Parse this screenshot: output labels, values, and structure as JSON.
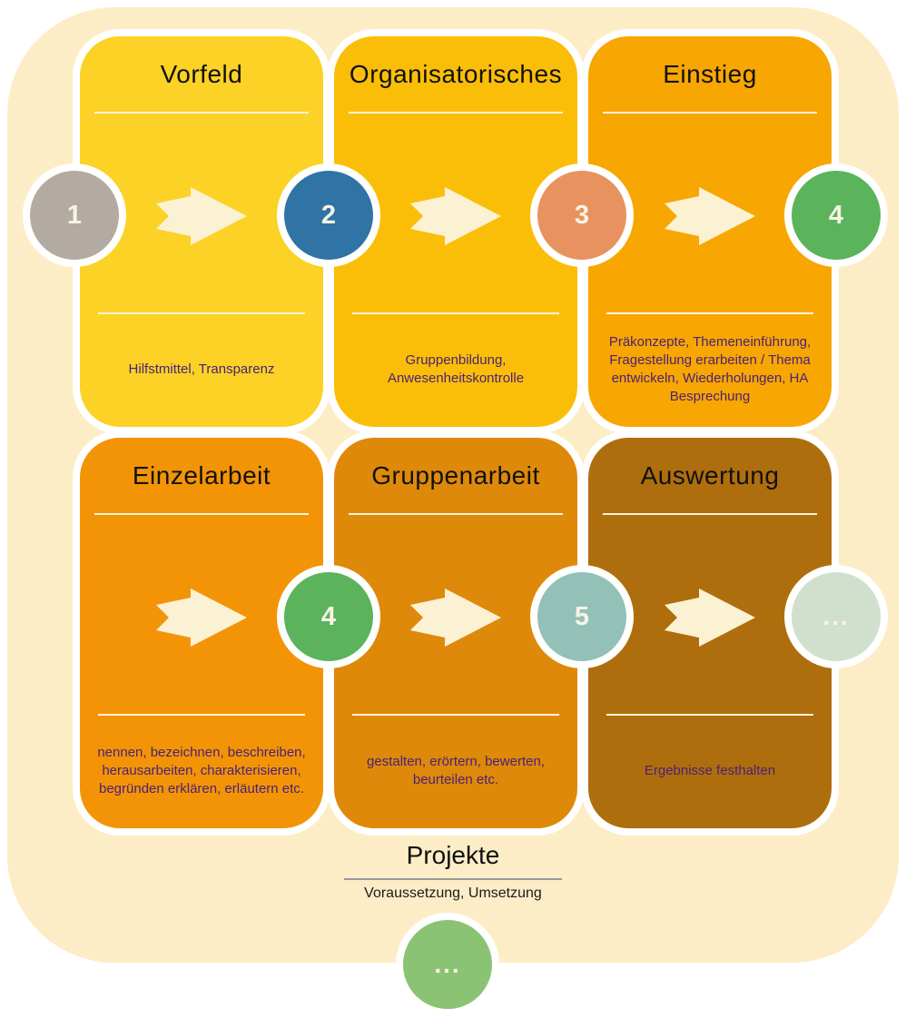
{
  "palette": {
    "page_bg": "#ffffff",
    "container_bg": "#FCEDC6",
    "card_outline": "#ffffff",
    "arrow_fill": "#FBF1D3",
    "separator_line": "#FCF3D8",
    "title_text": "#111111",
    "body_text": "#4A2277",
    "footer_line": "#999999",
    "circle_ring": "#ffffff",
    "circle_label_text": "#F9F3E6"
  },
  "cards": [
    {
      "title": "Vorfeld",
      "body": "Hilfstmittel, Transparenz",
      "bg": "#FBD225"
    },
    {
      "title": "Organisatorisches",
      "body": "Gruppenbildung, Anwesenheitskontrolle",
      "bg": "#FBBE08"
    },
    {
      "title": "Einstieg",
      "body": "Präkonzepte, Themeneinführung, Fragestellung erarbeiten / Thema entwickeln, Wiederholungen, HA Besprechung",
      "bg": "#F8A601"
    },
    {
      "title": "Einzelarbeit",
      "body": "nennen, bezeichnen, beschreiben, herausarbeiten, charakterisieren, begründen erklären, erläutern etc.",
      "bg": "#F39407"
    },
    {
      "title": "Gruppenarbeit",
      "body": "gestalten, erörtern, bewerten, beurteilen etc.",
      "bg": "#DE8909"
    },
    {
      "title": "Auswertung",
      "body": "Ergebnisse festhalten",
      "bg": "#AF6E0D"
    }
  ],
  "circles": [
    {
      "label": "1",
      "bg": "#B3AAA2"
    },
    {
      "label": "2",
      "bg": "#2F74A4"
    },
    {
      "label": "3",
      "bg": "#E8935F"
    },
    {
      "label": "4",
      "bg": "#5BB35B"
    },
    {
      "label": "4",
      "bg": "#5BB35B"
    },
    {
      "label": "5",
      "bg": "#93C0B7"
    },
    {
      "label": "...",
      "bg": "#D0E0CC"
    }
  ],
  "footer": {
    "title": "Projekte",
    "subtitle": "Voraussetzung, Umsetzung",
    "circle": {
      "label": "...",
      "bg": "#8BC374"
    }
  }
}
